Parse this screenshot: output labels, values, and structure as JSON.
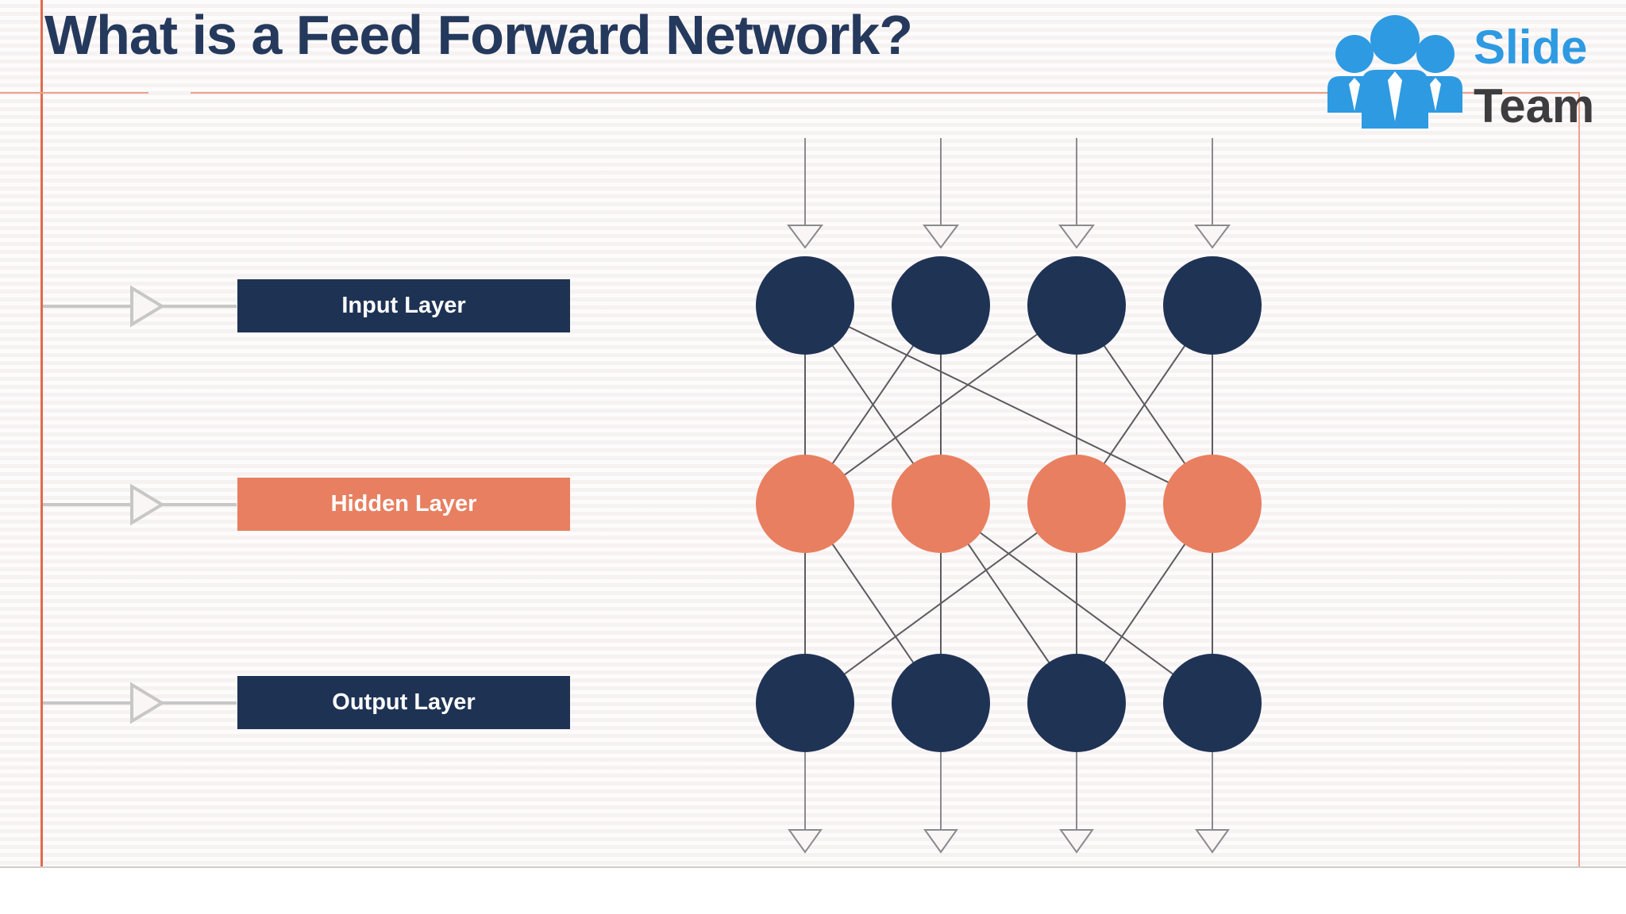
{
  "header": {
    "title": "What is a Feed Forward Network?"
  },
  "logo": {
    "slide_word": "Slide",
    "team_word": "Team"
  },
  "colors": {
    "title_navy": "#25395d",
    "node_navy": "#1f3355",
    "node_salmon": "#e87f60",
    "box_navy": "#1e3254",
    "box_salmon": "#e87f60",
    "connector_gray": "#5c5c60",
    "arrow_gray": "#8a8a8e",
    "pointer_gray": "#c8c6c6",
    "accent_orange": "#e06a4f",
    "accent_salmon": "#eda189",
    "logo_blue": "#2e9ae2",
    "logo_dark": "#3d3d3f",
    "background": "#faf6f6"
  },
  "network": {
    "layers": [
      {
        "name": "input",
        "label": "Input Layer",
        "node_count": 4,
        "color": "#1f3355"
      },
      {
        "name": "hidden",
        "label": "Hidden Layer",
        "node_count": 4,
        "color": "#e87f60"
      },
      {
        "name": "output",
        "label": "Output Layer",
        "node_count": 4,
        "color": "#1f3355"
      }
    ],
    "input_arrow_count": 4,
    "output_arrow_count": 4,
    "connections": {
      "input_hidden": [
        [
          1,
          1
        ],
        [
          2,
          2
        ],
        [
          3,
          3
        ],
        [
          4,
          4
        ],
        [
          1,
          2
        ],
        [
          1,
          4
        ],
        [
          2,
          1
        ],
        [
          3,
          1
        ],
        [
          4,
          3
        ],
        [
          3,
          4
        ]
      ],
      "hidden_output": [
        [
          1,
          1
        ],
        [
          2,
          2
        ],
        [
          3,
          3
        ],
        [
          4,
          4
        ],
        [
          1,
          2
        ],
        [
          2,
          3
        ],
        [
          3,
          1
        ],
        [
          4,
          3
        ],
        [
          2,
          4
        ]
      ]
    }
  }
}
